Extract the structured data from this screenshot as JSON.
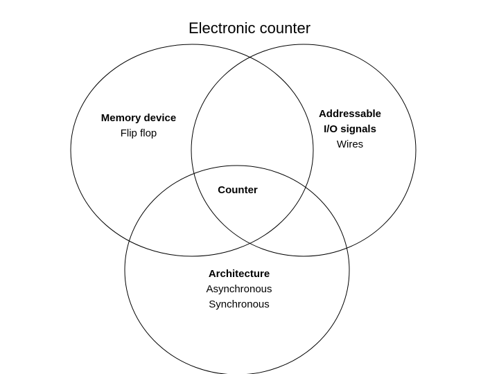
{
  "title": "Electronic counter",
  "circles": {
    "memory": {
      "heading": "Memory device",
      "items": [
        "Flip flop"
      ]
    },
    "address": {
      "heading": "Addressable",
      "items": [
        "I/O signals",
        "Wires"
      ]
    },
    "architecture": {
      "heading": "Architecture",
      "items": [
        "Asynchronous",
        "Synchronous"
      ]
    }
  },
  "center": {
    "label": "Counter"
  },
  "colors": {
    "stroke": "#000000",
    "text": "#000000",
    "background": "#ffffff"
  }
}
